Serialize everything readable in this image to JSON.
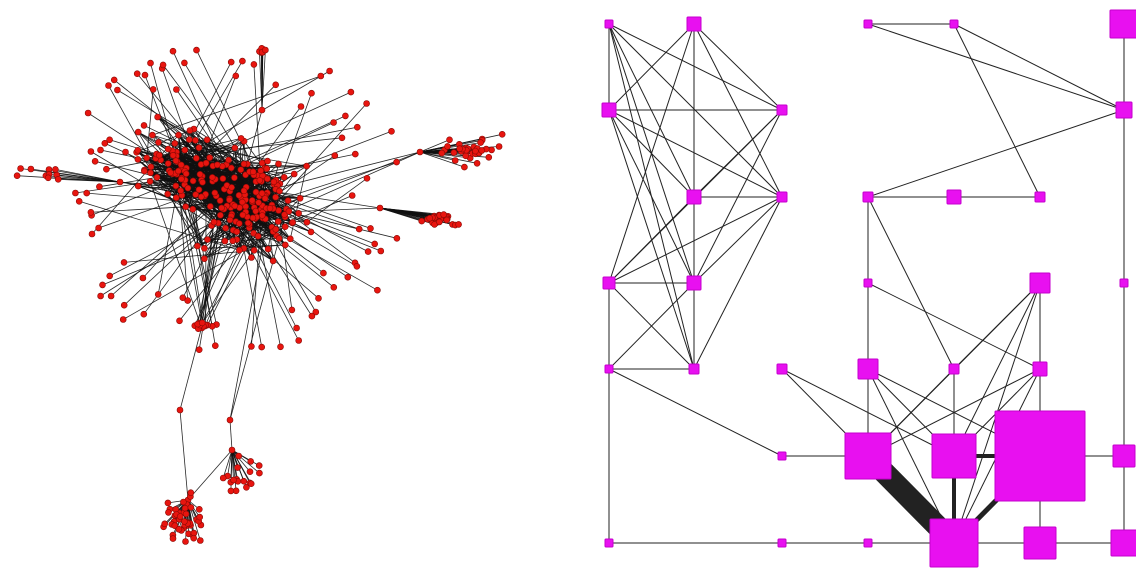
{
  "figure": {
    "panels": [
      {
        "id": "left",
        "kind": "network",
        "description_code": "dense-core-with-peripheral-clusters",
        "node_color": "#e8150f",
        "node_stroke": "#8a0a06",
        "edge_color": "#111111",
        "node_shape": "circle"
      },
      {
        "id": "right",
        "kind": "network",
        "node_color": "#e810f0",
        "node_stroke": "#c400cc",
        "edge_color": "#222222",
        "node_shape": "square"
      }
    ]
  }
}
